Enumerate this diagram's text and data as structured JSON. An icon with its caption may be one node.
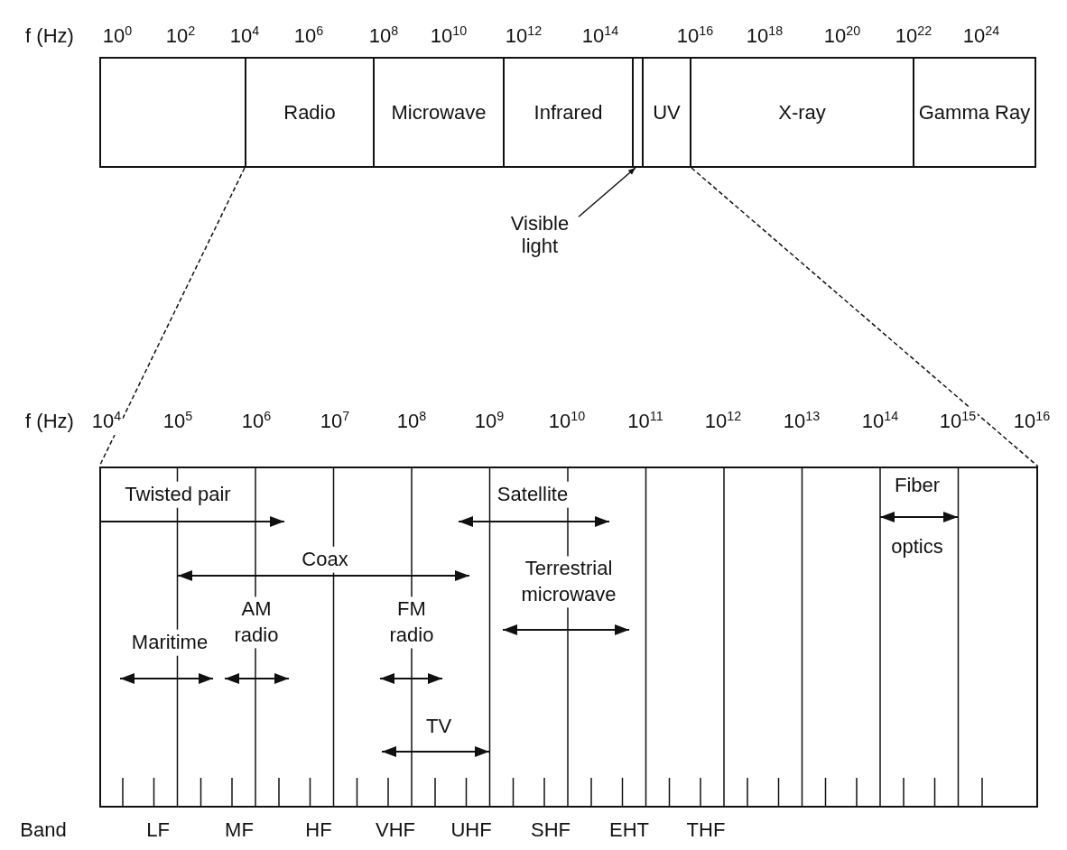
{
  "diagram": {
    "nodes": [
      {
        "text": [],
        "shape": "box"
      },
      {
        "text": [
          "Radio"
        ]
      },
      {
        "text": [
          "Microwave"
        ]
      },
      {
        "text": [
          "Infrared"
        ]
      },
      {
        "text": [],
        "shape": "bar"
      },
      {
        "text": [
          "UV"
        ]
      },
      {
        "text": [
          "X-ray"
        ]
      },
      {
        "text": [
          "Gamma Ray"
        ]
      },
      {
        "text": [
          "Visible light"
        ]
      },
      {
        "text": [],
        "shape": "box"
      }
    ],
    "edges": [
      {
        "from": 8,
        "to": 4,
        "arrow": "to"
      },
      {
        "from": 1,
        "to": 9,
        "arrow": "none",
        "style": "dashed"
      },
      {
        "from": 5,
        "to": 9,
        "arrow": "none",
        "style": "dashed"
      }
    ],
    "labels": [
      "f (Hz)",
      "10$^{0}$",
      "10$^{2}$",
      "10$^{4}$",
      "10$^{6}$",
      "10$^{8}$",
      "10$^{10}$",
      "10$^{12}$",
      "10$^{14}$",
      "10$^{16}$",
      "10$^{18}$",
      "10$^{20}$",
      "10$^{22}$",
      "10$^{24}$",
      "f (Hz)",
      "10$^{4}$",
      "10$^{5}$",
      "10$^{6}$",
      "10$^{7}$",
      "10$^{8}$",
      "10$^{9}$",
      "10$^{10}$",
      "10$^{11}$",
      "10$^{12}$",
      "10$^{13}$",
      "10$^{14}$",
      "10$^{15}$",
      "10$^{16}$",
      "Twisted pair",
      "Satellite",
      "Fiber",
      "Coax",
      "Terrestrial microwave",
      "optics",
      "AM radio",
      "Maritime",
      "FM radio",
      "TV",
      "Band",
      "LF",
      "MF",
      "HF",
      "VHF",
      "UHF",
      "SHF",
      "EHT",
      "THF"
    ]
  }
}
